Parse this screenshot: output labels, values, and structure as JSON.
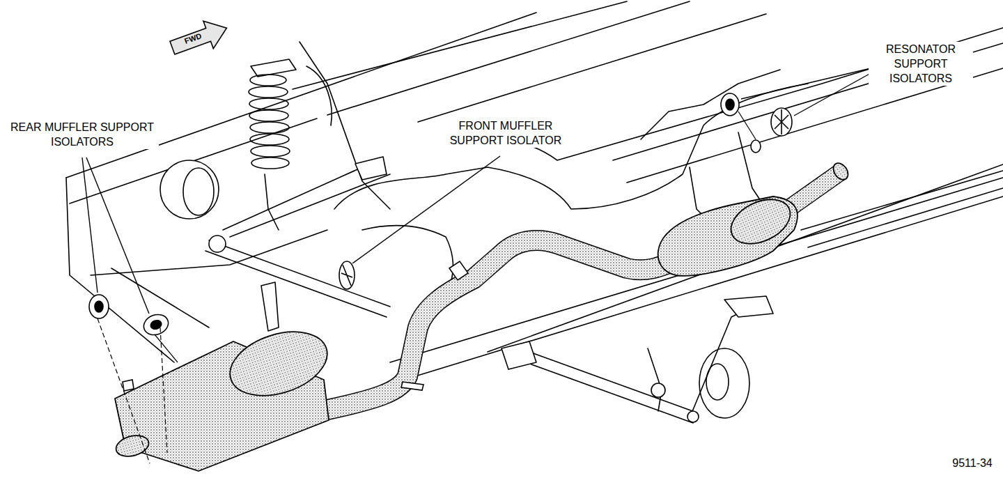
{
  "diagram": {
    "labels": [
      "REAR MUFFLER SUPPORT ISOLATORS",
      "FRONT MUFFLER SUPPORT ISOLATOR",
      "RESONATOR SUPPORT ISOLATORS",
      "FWD",
      "9511-34"
    ]
  }
}
